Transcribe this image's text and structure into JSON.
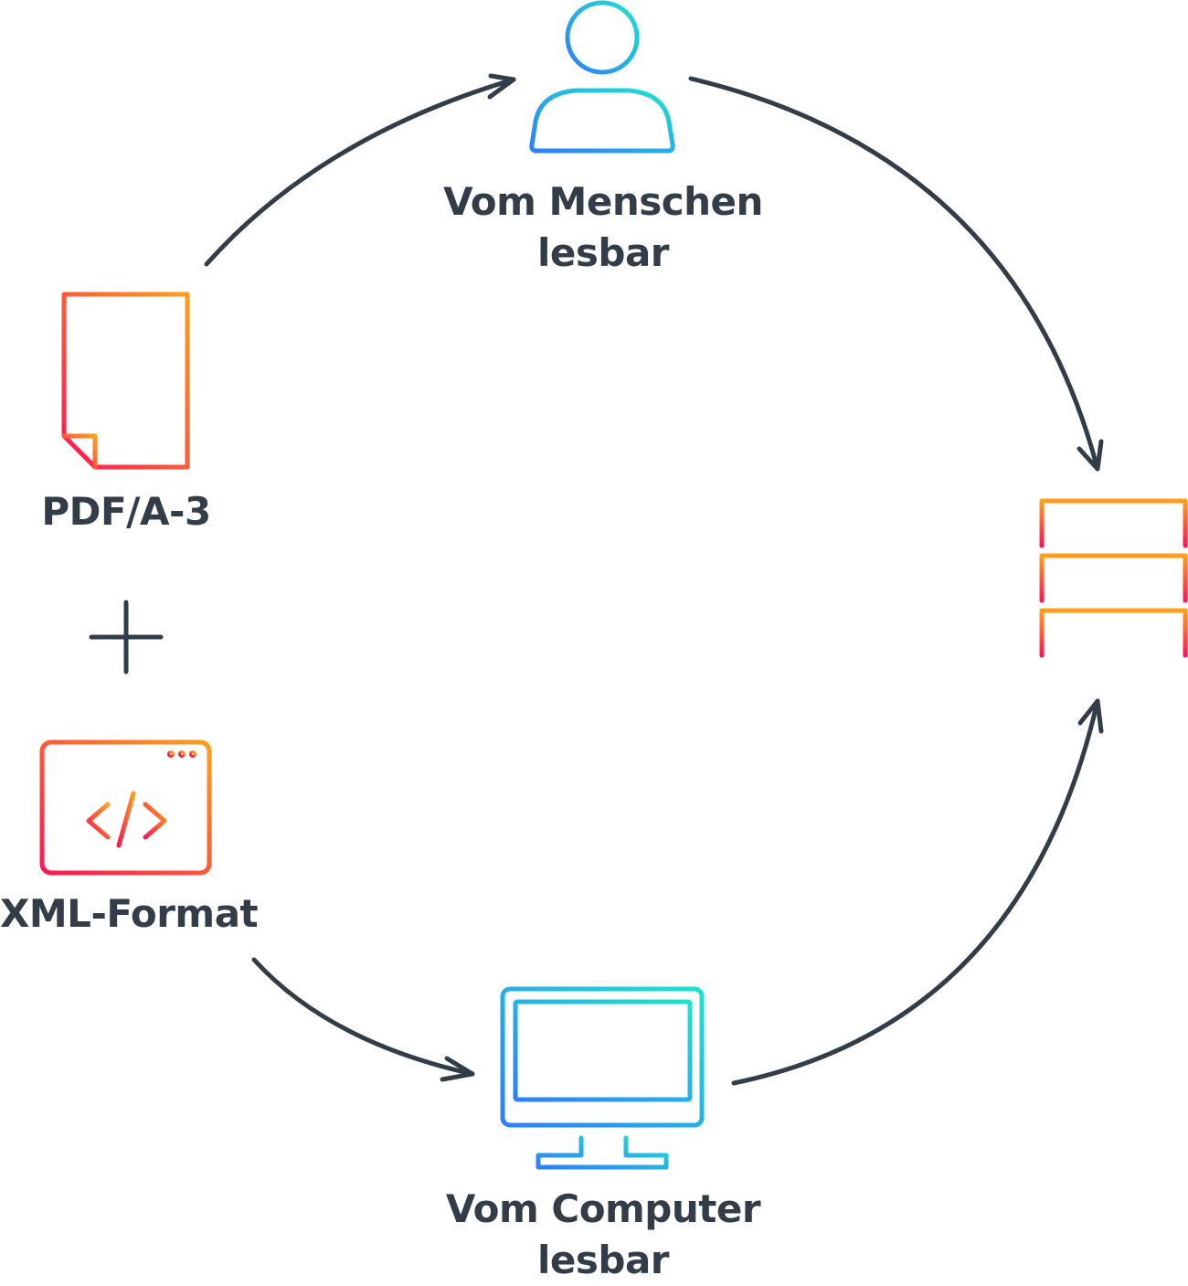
{
  "nodes": {
    "human": {
      "line1": "Vom Menschen",
      "line2": "lesbar",
      "icon": "person-icon"
    },
    "pdf": {
      "label": "PDF/A-3",
      "icon": "document-icon"
    },
    "plus": {
      "icon": "plus-icon"
    },
    "xml": {
      "label": "XML-Format",
      "icon": "code-window-icon"
    },
    "computer": {
      "line1": "Vom Computer",
      "line2": "lesbar",
      "icon": "monitor-icon"
    },
    "server": {
      "icon": "server-stack-icon"
    }
  },
  "colors": {
    "text": "#333d48",
    "arrow": "#333d48",
    "warm_gradient": [
      "#ff1654",
      "#ff9f1c"
    ],
    "cool_gradient": [
      "#2d7ff9",
      "#1ee3cf"
    ]
  }
}
